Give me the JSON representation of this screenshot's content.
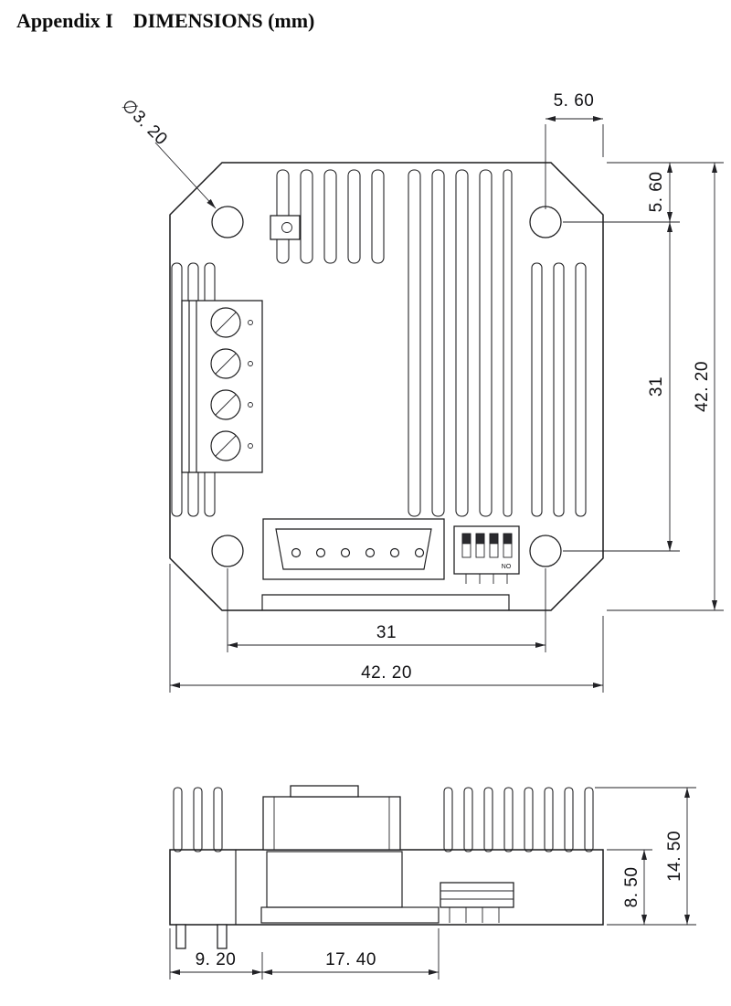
{
  "page": {
    "title": "Appendix I    DIMENSIONS (mm)"
  },
  "top_view": {
    "hole_diameter": "∅3. 20",
    "top_hole_offset": "5. 60",
    "side_hole_offset": "5. 60",
    "hole_spacing_vertical": "31",
    "overall_height": "42. 20",
    "hole_spacing_horizontal": "31",
    "overall_width": "42. 20",
    "dip_switch_label": "ON"
  },
  "side_view": {
    "overall_height": "14. 50",
    "body_height": "8. 50",
    "terminal_offset": "9. 20",
    "connector_width": "17. 40"
  }
}
